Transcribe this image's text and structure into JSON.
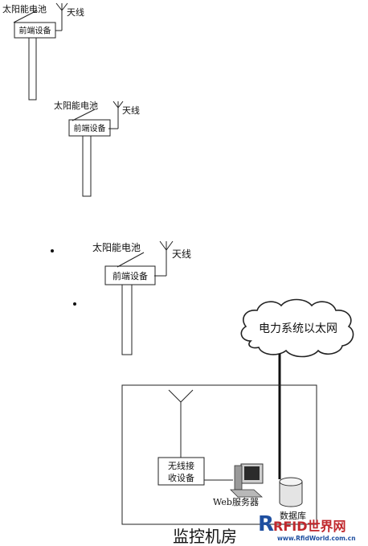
{
  "stations": [
    {
      "solar_label": "太阳能电池",
      "antenna_label": "天线",
      "device_label": "前端设备"
    },
    {
      "solar_label": "太阳能电池",
      "antenna_label": "天线",
      "device_label": "前端设备"
    },
    {
      "solar_label": "太阳能电池",
      "antenna_label": "天线",
      "device_label": "前端设备"
    }
  ],
  "network": {
    "label": "电力系统以太网"
  },
  "monitoring_room": {
    "title": "监控机房",
    "receiver_line1": "无线接",
    "receiver_line2": "收设备",
    "web_server": "Web服务器",
    "database": "数据库"
  },
  "watermark": {
    "brand": "RFID世界网",
    "url": "www.RfidWorld.com.cn"
  },
  "colors": {
    "line": "#222222",
    "watermark_red": "#c0282d",
    "watermark_blue": "#1f4fa0",
    "database_fill": "#e4e4e4"
  }
}
